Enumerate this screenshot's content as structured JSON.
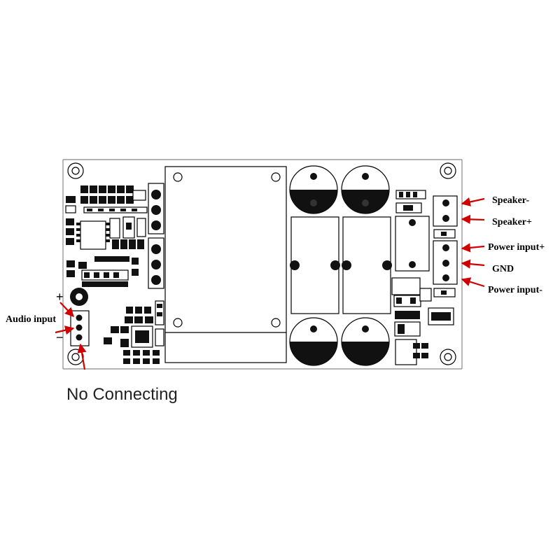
{
  "labels": {
    "speaker_minus": "Speaker-",
    "speaker_plus": "Speaker+",
    "power_input_plus": "Power input+",
    "gnd": "GND",
    "power_input_minus": "Power input-",
    "audio_input": "Audio input",
    "plus_sign": "+",
    "minus_sign": "−",
    "no_connecting": "No Connecting"
  },
  "colors": {
    "arrow": "#d00000",
    "board_line": "#000000",
    "background": "#ffffff"
  },
  "icons": {
    "arrow": "red-arrow-icon",
    "mounting_hole": "mounting-hole-icon",
    "capacitor": "electrolytic-capacitor-icon"
  }
}
